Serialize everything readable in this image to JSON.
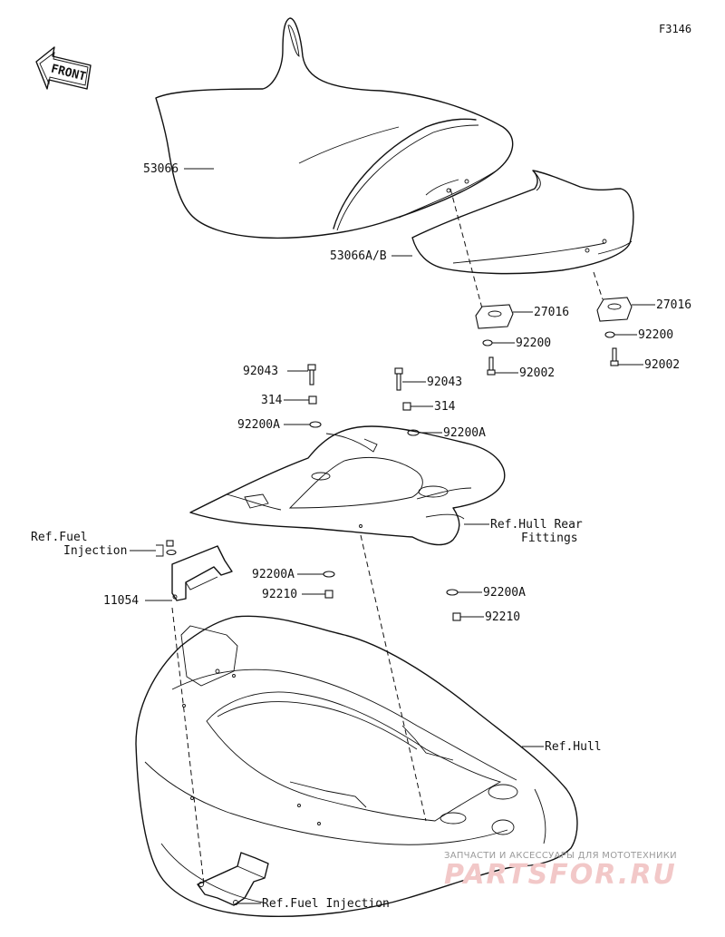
{
  "figure_code": "F3146",
  "front_label": "FRONT",
  "callouts": {
    "seat_front": "53066",
    "seat_rear": "53066A/B",
    "damper_left": "27016",
    "washer_left": "92200",
    "bolt_left": "92002",
    "damper_right": "27016",
    "washer_right": "92200",
    "bolt_right": "92002",
    "stud_left": "92043",
    "stud_right": "92043",
    "nut_left": "314",
    "nut_right": "314",
    "washer_a_left": "92200A",
    "washer_a_right": "92200A",
    "ref_hull_rear_line1": "Ref.Hull Rear",
    "ref_hull_rear_line2": "Fittings",
    "ref_fuel_top_line1": "Ref.Fuel",
    "ref_fuel_top_line2": "Injection",
    "bracket": "11054",
    "washer_a_lower_left": "92200A",
    "nut_lower_left": "92210",
    "washer_a_lower_right": "92200A",
    "nut_lower_right": "92210",
    "ref_hull": "Ref.Hull",
    "ref_fuel_bottom": "Ref.Fuel Injection"
  },
  "watermark": {
    "tagline": "ЗАПЧАСТИ И АКСЕССУАРЫ ДЛЯ МОТОТЕХНИКИ",
    "logo": "PARTSFOR.RU"
  }
}
